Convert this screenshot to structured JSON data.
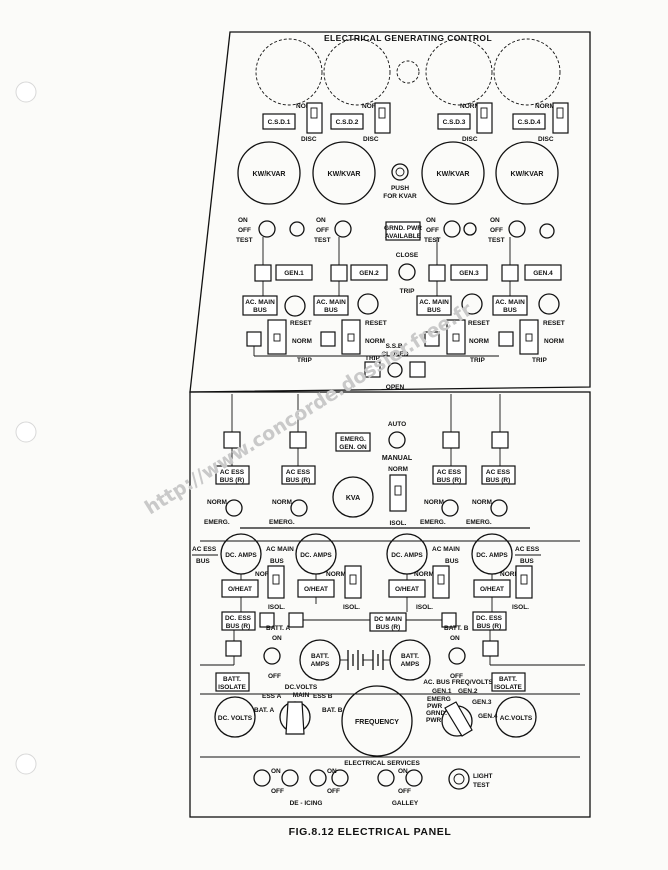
{
  "panel": {
    "title": "ELECTRICAL GENERATING CONTROL",
    "caption": "FIG.8.12  ELECTRICAL PANEL",
    "watermark": "http://www.concorde.dossier.free.fr"
  },
  "top": {
    "norm": "NORM",
    "disc": "DISC",
    "csd": [
      "C.S.D.1",
      "C.S.D.2",
      "C.S.D.3",
      "C.S.D.4"
    ],
    "kw_kvar": "KW/KVAR",
    "push_for_kvar": [
      "PUSH",
      "FOR KVAR"
    ],
    "on": "ON",
    "off": "OFF",
    "test": "TEST",
    "grnd_pwr": [
      "GRND. PWR",
      "AVAILABLE"
    ],
    "gen": [
      "GEN.1",
      "GEN.2",
      "GEN.3",
      "GEN.4"
    ],
    "close": "CLOSE",
    "trip": "TRIP",
    "ac_main_bus": [
      "AC. MAIN",
      "BUS"
    ],
    "reset": "RESET",
    "ssb_closed": [
      "S.S.B.",
      "CLOSED"
    ],
    "open": "OPEN"
  },
  "middle": {
    "emerg_gen_on": [
      "EMERG.",
      "GEN. ON"
    ],
    "auto": "AUTO",
    "manual": "MANUAL",
    "ac_ess_bus": [
      "AC    ESS",
      "BUS (R)"
    ],
    "norm": "NORM",
    "emerg": "EMERG.",
    "isol": "ISOL.",
    "kva": "KVA",
    "ac_ess_bus_side": [
      "AC ESS",
      "BUS"
    ],
    "ac_main_bus_side": [
      "AC  MAIN",
      "BUS"
    ],
    "dc_amps": "DC. AMPS",
    "o_heat": "O/HEAT",
    "dc_ess_bus": [
      "DC.  ESS",
      "BUS (R)"
    ],
    "dc_main_bus": [
      "DC MAIN",
      "BUS (R)"
    ],
    "batt_a": [
      "BATT. A",
      "ON"
    ],
    "batt_b": [
      "BATT. B",
      "ON"
    ],
    "batt_amps": [
      "BATT.",
      "AMPS"
    ],
    "batt_isolate": [
      "BATT.",
      "ISOLATE"
    ]
  },
  "bottom": {
    "dc_volts": "DC. VOLTS",
    "dc_volts_sel": "DC.VOLTS",
    "main": "MAIN",
    "ess_a": "ESS  A",
    "ess_b": "ESS  B",
    "bat_a": "BAT. A",
    "bat_b": "BAT. B",
    "frequency": "FREQUENCY",
    "ac_bus_freq_volts": "AC. BUS FREQ/VOLTS",
    "gen1": "GEN.1",
    "gen2": "GEN.2",
    "gen3": "GEN.3",
    "gen4": "GEN.4",
    "emerg_pwr": [
      "EMERG",
      "PWR"
    ],
    "grnd_pwr": [
      "GRND.",
      "PWR"
    ],
    "ac_volts": "AC.VOLTS",
    "electrical_services": "ELECTRICAL  SERVICES",
    "on": "ON",
    "off": "OFF",
    "de_icing": "DE - ICING",
    "galley": "GALLEY",
    "light_test": [
      "LIGHT",
      "TEST"
    ]
  }
}
